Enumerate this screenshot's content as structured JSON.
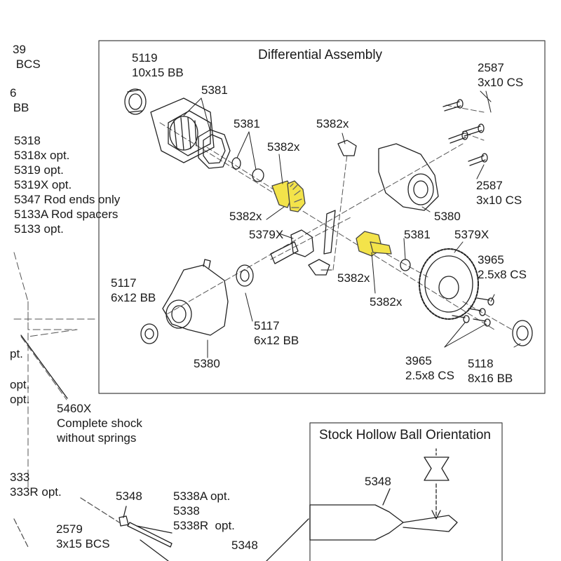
{
  "diagram": {
    "title": "Differential Assembly",
    "inset_title": "Stock Hollow Ball Orientation",
    "labels": {
      "l_5119": "5119\n10x15 BB",
      "l_5381a": "5381",
      "l_5381b": "5381",
      "l_5382x_top": "5382x",
      "l_5382x_mid": "5382x",
      "l_2587_top": "2587\n3x10 CS",
      "l_2587_mid": "2587\n3x10 CS",
      "l_5380_right": "5380",
      "l_5382x_left": "5382x",
      "l_5379x_left": "5379X",
      "l_5381c": "5381",
      "l_5379x_right": "5379X",
      "l_3965_top": "3965\n2.5x8 CS",
      "l_5117_left": "5117\n6x12 BB",
      "l_5382x_low1": "5382x",
      "l_5382x_low2": "5382x",
      "l_5117_mid": "5117\n6x12 BB",
      "l_5380_bottom": "5380",
      "l_3965_bottom": "3965\n2.5x8 CS",
      "l_5118": "5118\n8x16 BB",
      "l_5460x": "5460X\nComplete shock\nwithout springs",
      "l_5348_a": "5348",
      "l_5338": "5338A opt.\n5338\n5338R  opt.",
      "l_5348_b": "5348",
      "l_5348_inset": "5348",
      "l_2579": "2579\n3x15 BCS",
      "l_left_block": "5318\n5318x opt.\n5319 opt.\n5319X opt.\n5347 Rod ends only\n5133A Rod spacers\n5133 opt.",
      "l_frag_bcs": "39\n BCS",
      "l_frag_bb": "6\n BB",
      "l_frag_opt1": "pt.",
      "l_frag_opt2": "opt.\nopt.",
      "l_frag_333": "333\n333R opt."
    }
  }
}
